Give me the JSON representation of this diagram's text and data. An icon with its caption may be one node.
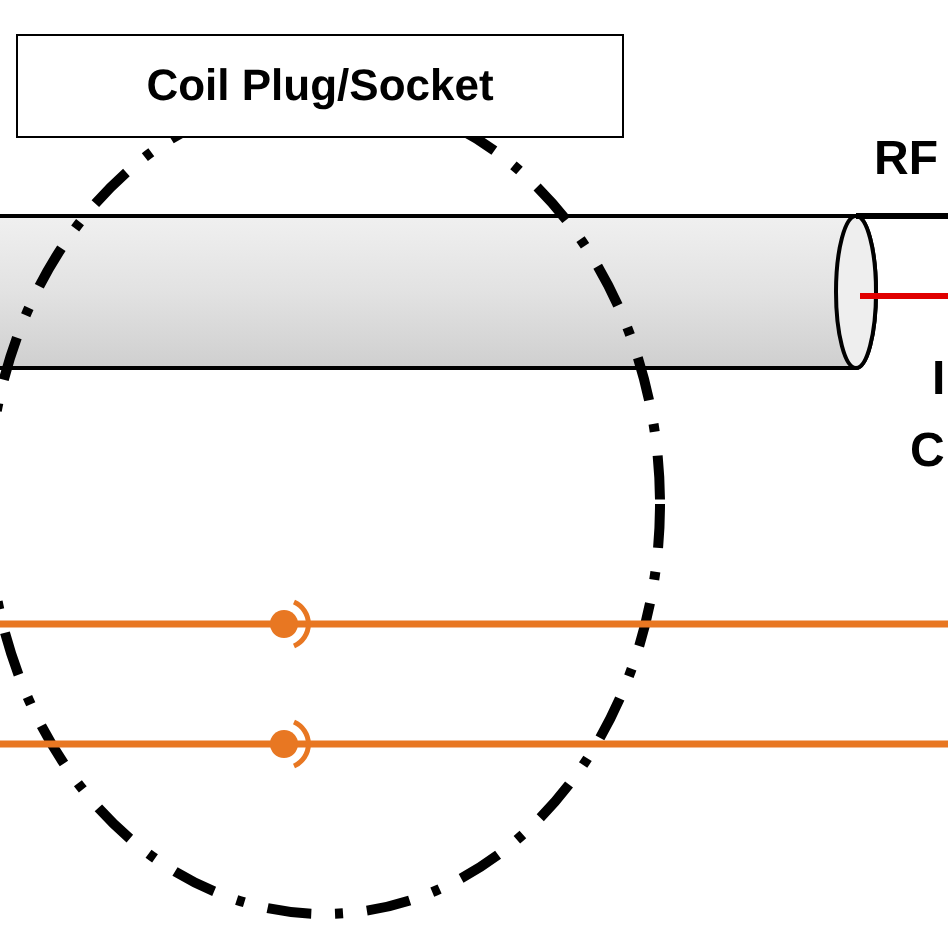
{
  "diagram": {
    "nodes": [
      {
        "text": [
          "Coil Plug/Socket"
        ]
      }
    ],
    "labels": [
      "RF",
      "I",
      "C"
    ]
  }
}
